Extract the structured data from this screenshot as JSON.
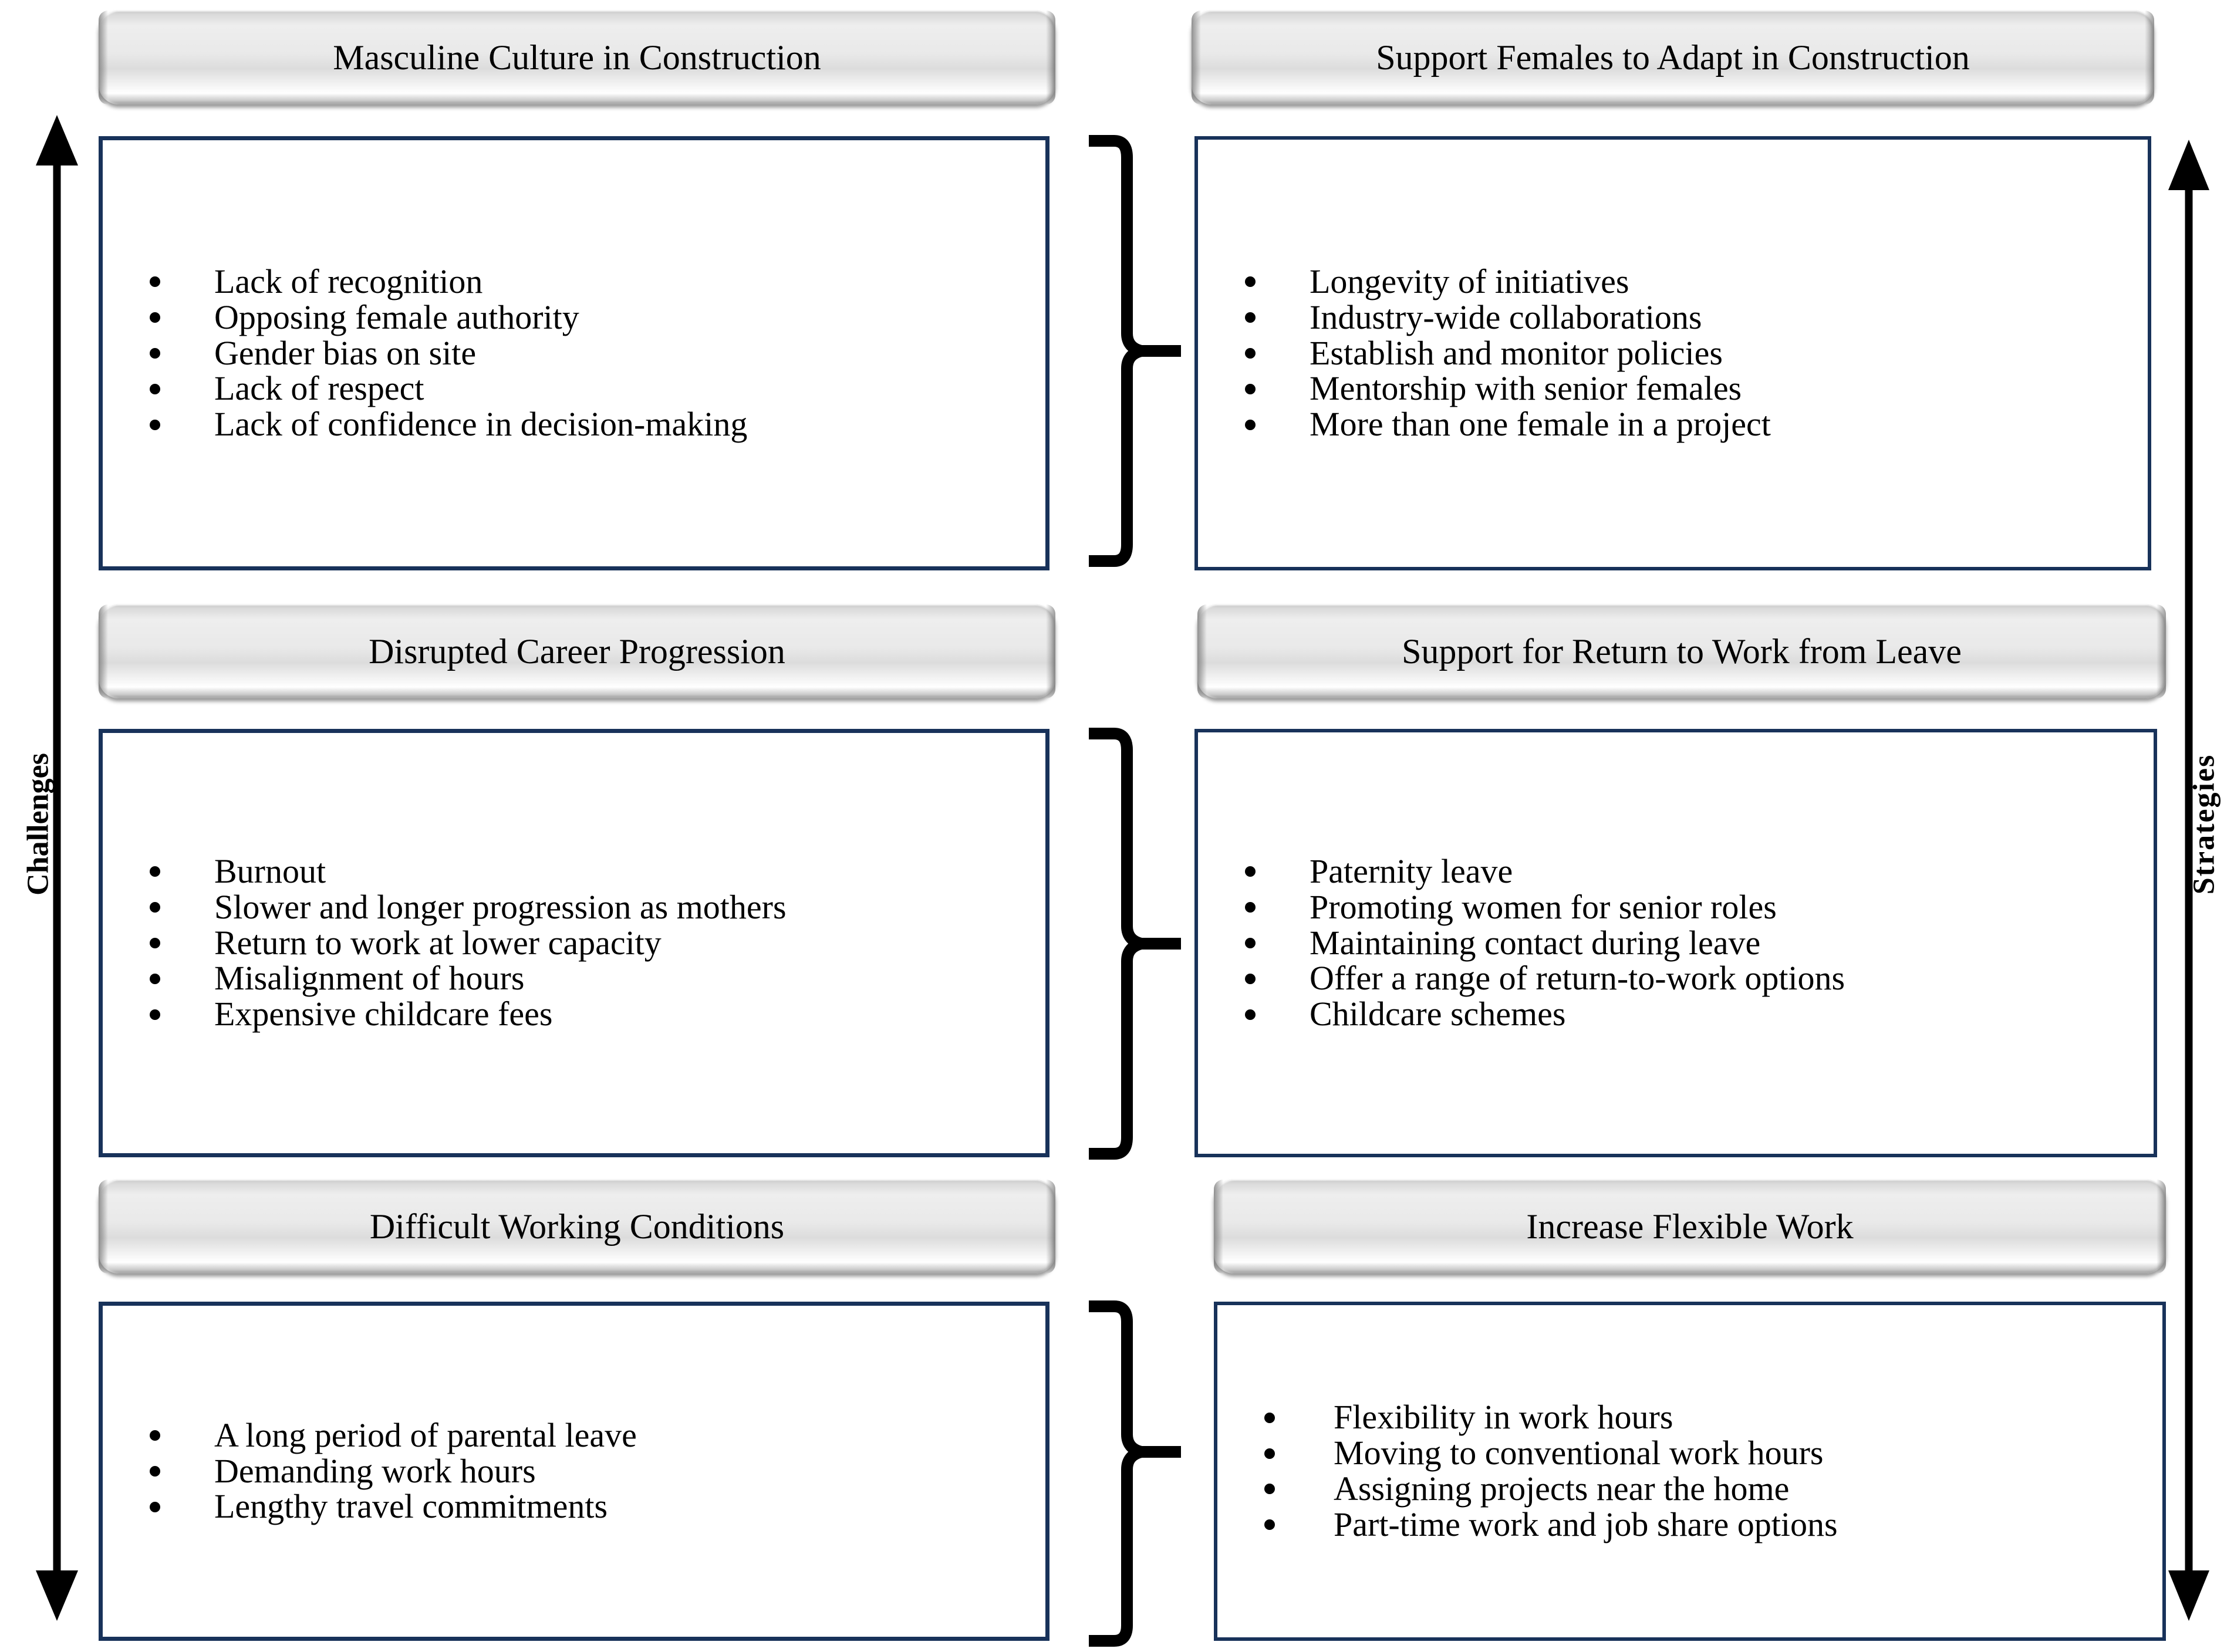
{
  "diagram": {
    "left_axis_label": "Challenges",
    "right_axis_label": "Strategies",
    "accent_border_color": "#18325a",
    "header_fill_color": "#e9e9e9",
    "columns": [
      {
        "name": "challenges",
        "groups": [
          {
            "header": "Masculine Culture in Construction",
            "items": [
              "Lack of recognition",
              "Opposing female authority",
              "Gender bias on site",
              "Lack of respect",
              "Lack of confidence in decision-making"
            ]
          },
          {
            "header": "Disrupted Career Progression",
            "items": [
              "Burnout",
              "Slower and longer progression as mothers",
              "Return to work at lower capacity",
              "Misalignment of hours",
              "Expensive childcare fees"
            ]
          },
          {
            "header": "Difficult Working Conditions",
            "items": [
              "A long period of parental leave",
              "Demanding work hours",
              "Lengthy travel commitments"
            ]
          }
        ]
      },
      {
        "name": "strategies",
        "groups": [
          {
            "header": "Support Females to Adapt in Construction",
            "items": [
              "Longevity of initiatives",
              "Industry-wide collaborations",
              "Establish and monitor policies",
              "Mentorship with senior females",
              "More than one female in a project"
            ]
          },
          {
            "header": "Support for Return to Work from Leave",
            "items": [
              "Paternity leave",
              "Promoting women for senior roles",
              "Maintaining contact during leave",
              "Offer a range of return-to-work options",
              "Childcare schemes"
            ]
          },
          {
            "header": "Increase Flexible Work",
            "items": [
              "Flexibility in work hours",
              "Moving to conventional work hours",
              "Assigning projects near the home",
              "Part-time work and job share options"
            ]
          }
        ]
      }
    ]
  }
}
